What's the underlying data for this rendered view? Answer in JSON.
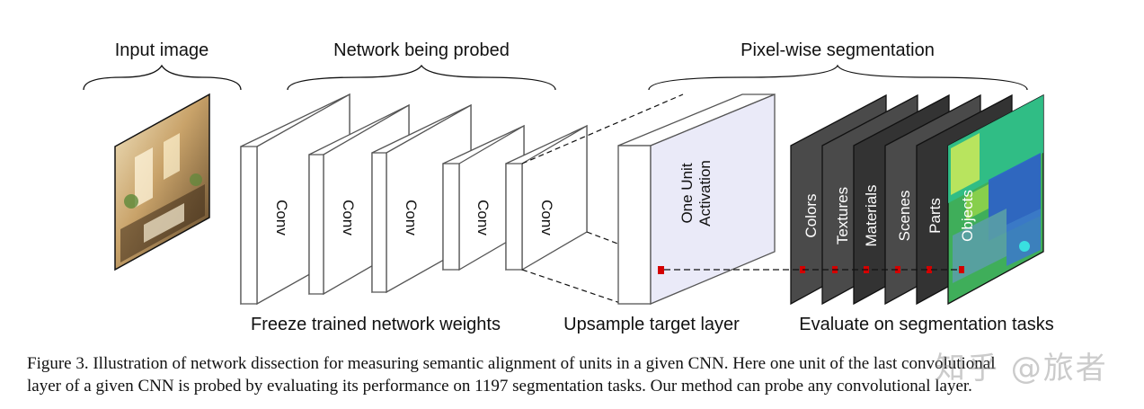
{
  "headers": {
    "input": "Input image",
    "network": "Network being probed",
    "segmentation": "Pixel-wise segmentation"
  },
  "footers": {
    "freeze": "Freeze trained network weights",
    "upsample": "Upsample target layer",
    "evaluate": "Evaluate on segmentation tasks"
  },
  "conv_label": "Conv",
  "activation": {
    "line1": "One Unit",
    "line2": "Activation"
  },
  "tasks": [
    "Colors",
    "Textures",
    "Materials",
    "Scenes",
    "Parts",
    "Objects"
  ],
  "caption": {
    "line1": "Figure 3. Illustration of network dissection for measuring semantic alignment of units in a given CNN. Here one unit of the last convolutional",
    "line2": "layer of a given CNN is probed by evaluating its performance on 1197 segmentation tasks. Our method can probe any convolutional layer."
  },
  "watermark": "知乎 @旅者",
  "colors": {
    "task_panel": "#4a4a4a",
    "activation_fill": "#eaeaf8",
    "marker": "#d40000"
  }
}
